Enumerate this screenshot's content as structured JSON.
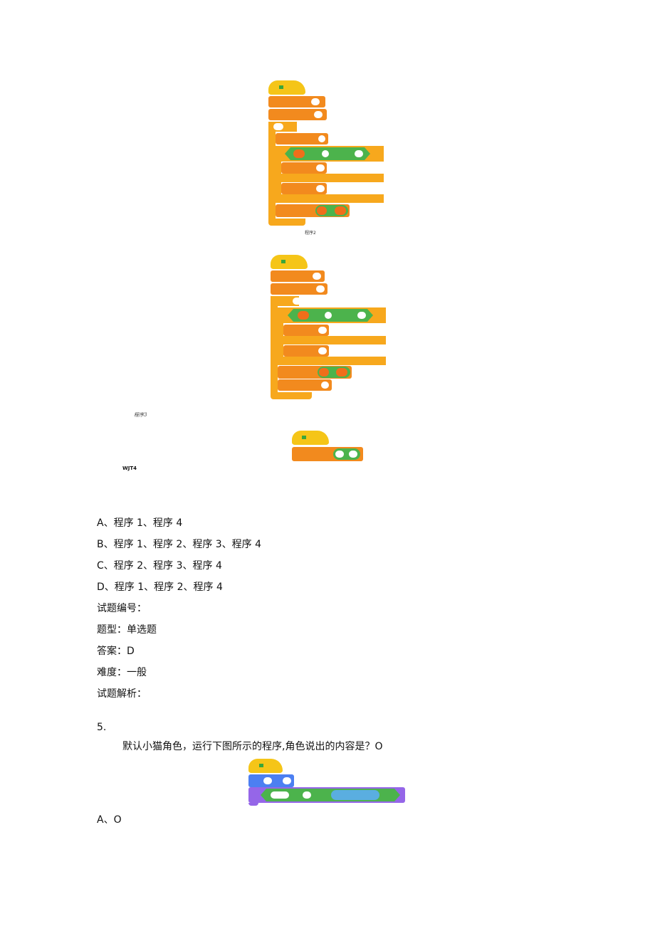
{
  "figures": {
    "program2": {
      "caption": "程序2"
    },
    "program3": {
      "caption": "程序3"
    },
    "program4": {
      "caption": "WJT4"
    }
  },
  "question4": {
    "options": [
      {
        "label": "A、程序 1、程序 4"
      },
      {
        "label": "B、程序 1、程序 2、程序 3、程序 4"
      },
      {
        "label": "C、程序 2、程序 3、程序 4"
      },
      {
        "label": "D、程序 1、程序 2、程序 4"
      }
    ],
    "meta": {
      "id_label": "试题编号：",
      "type_label": "题型：单选题",
      "answer_label": "答案：D",
      "difficulty_label": "难度：一般",
      "analysis_label": "试题解析："
    }
  },
  "question5": {
    "number": "5.",
    "stem": "默认小猫角色，运行下图所示的程序,角色说出的内容是？O",
    "options": [
      {
        "label": "A、O"
      }
    ]
  },
  "colors": {
    "event_yellow": "#f5c518",
    "variable_orange": "#f28a1e",
    "control_orange": "#f7a81d",
    "operator_green": "#4cb34c",
    "motion_blue": "#4c7ff2",
    "looks_purple": "#9566e8"
  }
}
